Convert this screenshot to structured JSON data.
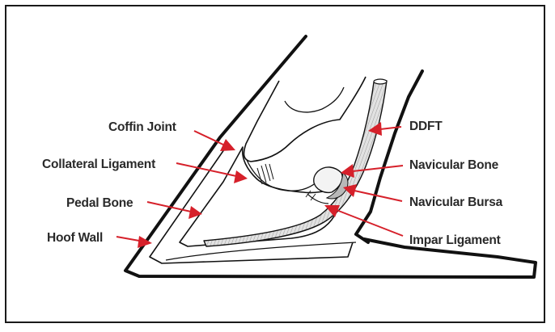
{
  "diagram": {
    "labels": {
      "coffin_joint": "Coffin Joint",
      "collateral_ligament": "Collateral Ligament",
      "pedal_bone": "Pedal Bone",
      "hoof_wall": "Hoof Wall",
      "ddft": "DDFT",
      "navicular_bone": "Navicular Bone",
      "navicular_bursa": "Navicular Bursa",
      "impar_ligament": "Impar Ligament"
    },
    "colors": {
      "outline": "#111111",
      "arrow": "#d6202a",
      "tendon_fill": "#dcdcdc",
      "bursa_fill": "#b8b8b8"
    }
  }
}
